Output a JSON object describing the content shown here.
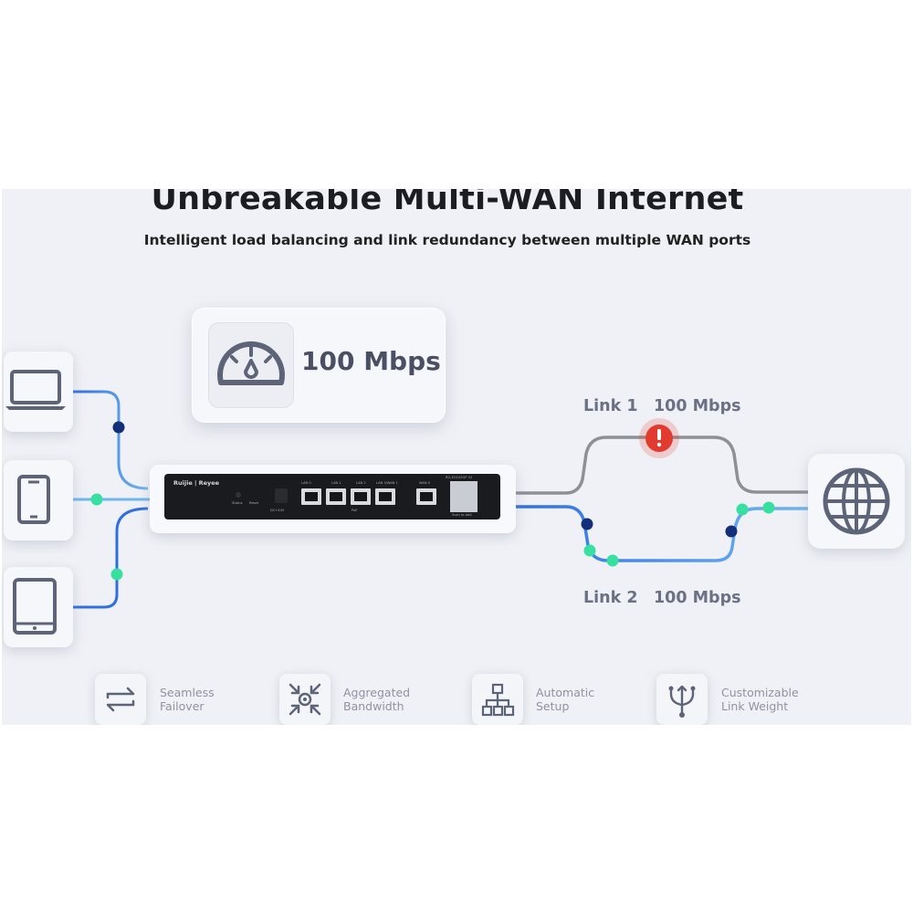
{
  "header": {
    "title": "Unbreakable Multi-WAN Internet",
    "subtitle": "Intelligent load balancing and link redundancy between multiple WAN ports"
  },
  "speed_card": {
    "value": "100 Mbps",
    "icon": "speedometer-icon"
  },
  "devices": [
    {
      "name": "laptop",
      "icon": "laptop-icon"
    },
    {
      "name": "phone",
      "icon": "phone-icon"
    },
    {
      "name": "tablet",
      "icon": "tablet-icon"
    }
  ],
  "router": {
    "brand": "Ruijie | Reyee",
    "model": "RG-EG105GP V2",
    "port_labels": [
      "LAN 0",
      "LAN 1",
      "LAN 2",
      "LAN 3/WAN 1",
      "WAN 0"
    ],
    "button_labels": [
      "Status",
      "Reset",
      "DC+54V"
    ],
    "poe_label": "PoE",
    "qr_label": "Scan to Add"
  },
  "links": {
    "link1": {
      "name": "Link 1",
      "speed": "100 Mbps",
      "status": "failed"
    },
    "link2": {
      "name": "Link 2",
      "speed": "100 Mbps",
      "status": "active"
    }
  },
  "internet": {
    "icon": "globe-icon"
  },
  "colors": {
    "accent_blue": "#2f6fe0",
    "light_blue": "#5aa7ea",
    "node_dark": "#142f7a",
    "node_green": "#37e0a0",
    "failed_line": "#8e9097",
    "alert_red": "#e33a2f"
  },
  "features": [
    {
      "label_1": "Seamless",
      "label_2": "Failover",
      "icon": "swap-arrows-icon"
    },
    {
      "label_1": "Aggregated",
      "label_2": "Bandwidth",
      "icon": "aggregate-icon"
    },
    {
      "label_1": "Automatic",
      "label_2": "Setup",
      "icon": "hierarchy-icon"
    },
    {
      "label_1": "Customizable",
      "label_2": "Link Weight",
      "icon": "split-icon"
    }
  ]
}
